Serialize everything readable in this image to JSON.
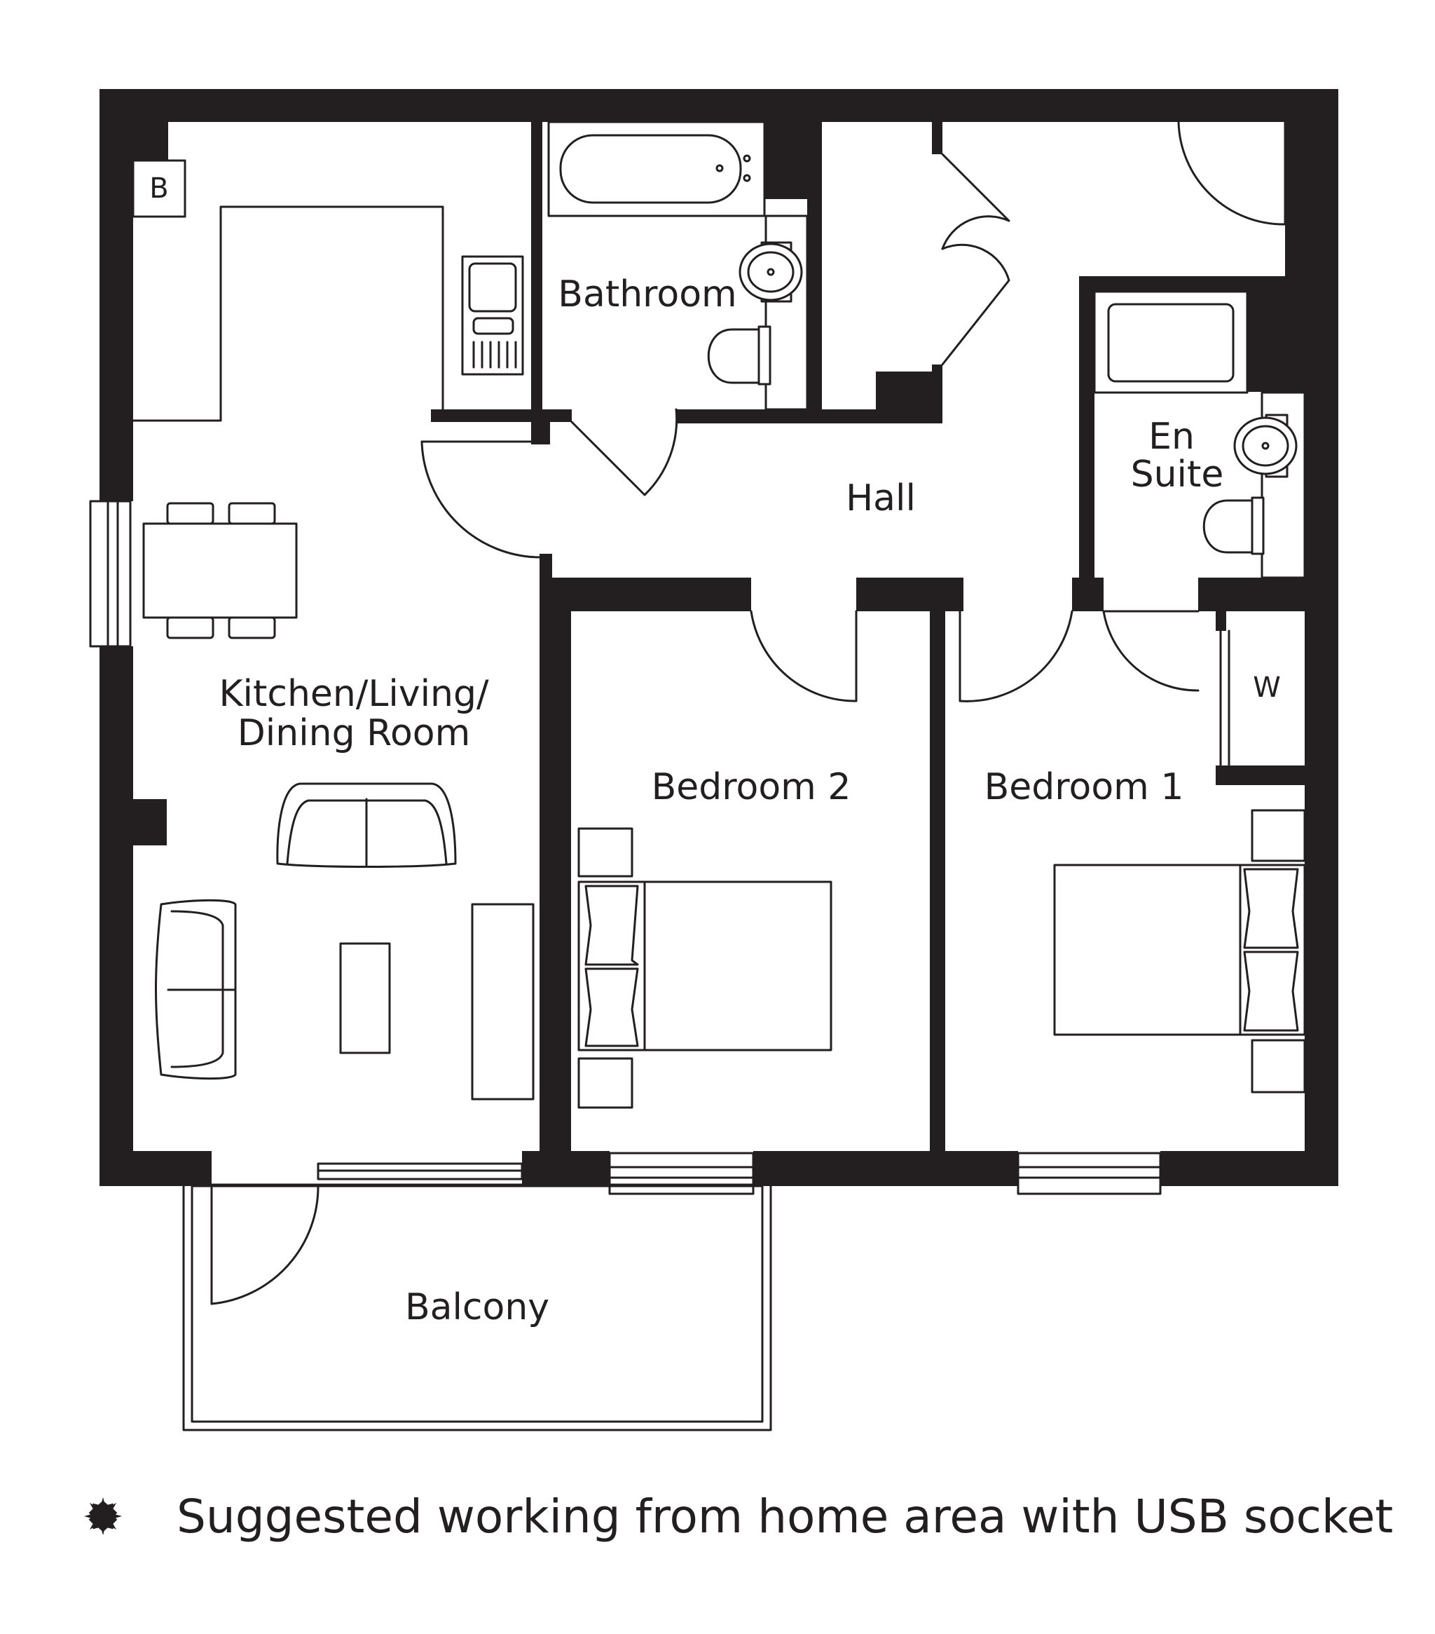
{
  "rooms": {
    "bathroom": "Bathroom",
    "hall": "Hall",
    "en_suite_line1": "En",
    "en_suite_line2": "Suite",
    "kitchen_line1": "Kitchen/Living/",
    "kitchen_line2": "Dining Room",
    "bedroom2": "Bedroom 2",
    "bedroom1": "Bedroom 1",
    "balcony": "Balcony"
  },
  "fixtures": {
    "boiler": "B",
    "wardrobe": "W"
  },
  "legend": {
    "icon": "star-burst-icon",
    "text": "Suggested working from home area with USB socket"
  },
  "colors": {
    "wall": "#231f20",
    "background": "#ffffff"
  }
}
